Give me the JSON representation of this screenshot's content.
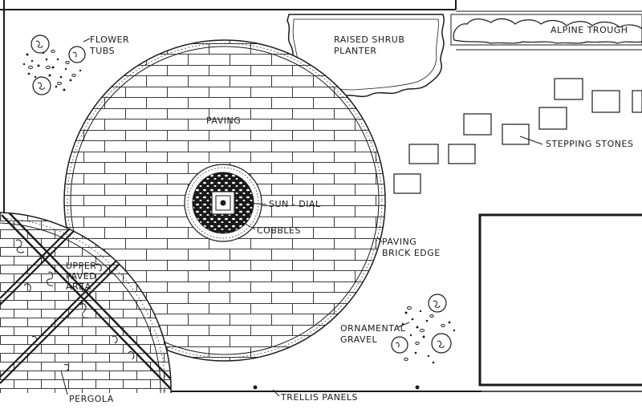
{
  "labels": {
    "flower_tubs_1": "FLOWER",
    "flower_tubs_2": "TUBS",
    "raised_shrub_1": "RAISED SHRUB",
    "raised_shrub_2": "PLANTER",
    "alpine_trough": "ALPINE TROUGH",
    "paving": "PAVING",
    "stepping_stones": "STEPPING STONES",
    "sun_dial": "SUN - DIAL",
    "cobbles": "COBBLES",
    "paving_brick_edge_1": "PAVING",
    "paving_brick_edge_2": "BRICK EDGE",
    "upper_paved_1": "UPPER",
    "upper_paved_2": "PAVED",
    "upper_paved_3": "AREA",
    "ornamental_gravel_1": "ORNAMENTAL",
    "ornamental_gravel_2": "GRAVEL",
    "pergola": "PERGOLA",
    "trellis_panels": "TRELLIS PANELS"
  }
}
